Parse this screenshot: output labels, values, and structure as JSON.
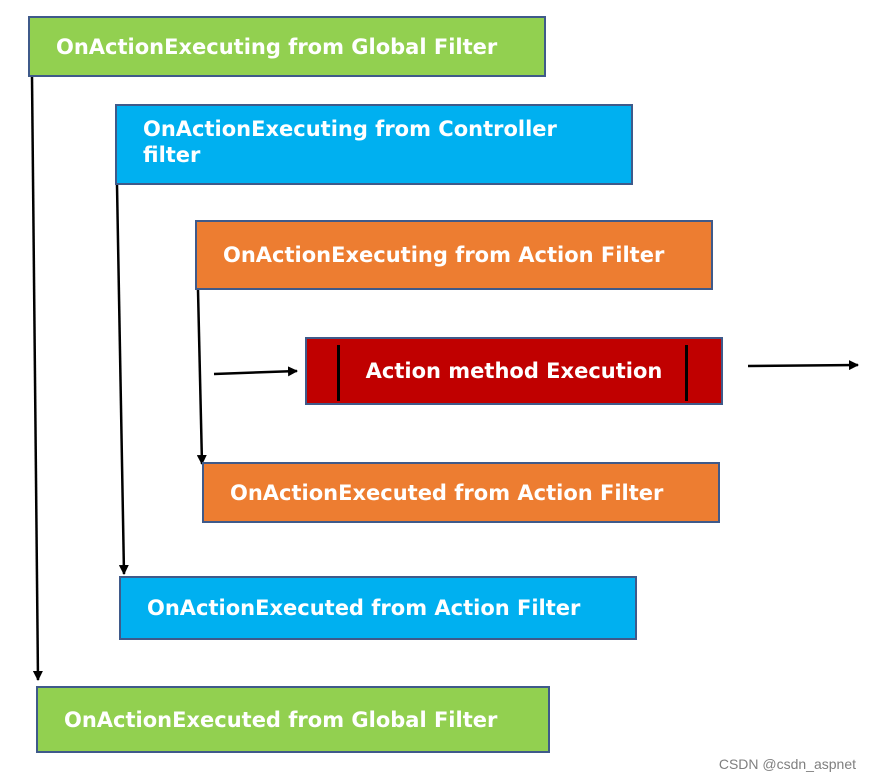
{
  "boxes": {
    "global_executing": "OnActionExecuting from Global Filter",
    "controller_executing": "OnActionExecuting from Controller filter",
    "action_executing": "OnActionExecuting from Action Filter",
    "action_method": "Action method Execution",
    "action_executed": "OnActionExecuted from Action Filter",
    "controller_executed": "OnActionExecuted from Action Filter",
    "global_executed": "OnActionExecuted from Global Filter"
  },
  "colors": {
    "global": "#92d050",
    "controller": "#00b0f0",
    "action": "#ed7d31",
    "method": "#c00000",
    "border": "#3f5a8a",
    "arrow": "#000000"
  },
  "watermark": "CSDN @csdn_aspnet"
}
